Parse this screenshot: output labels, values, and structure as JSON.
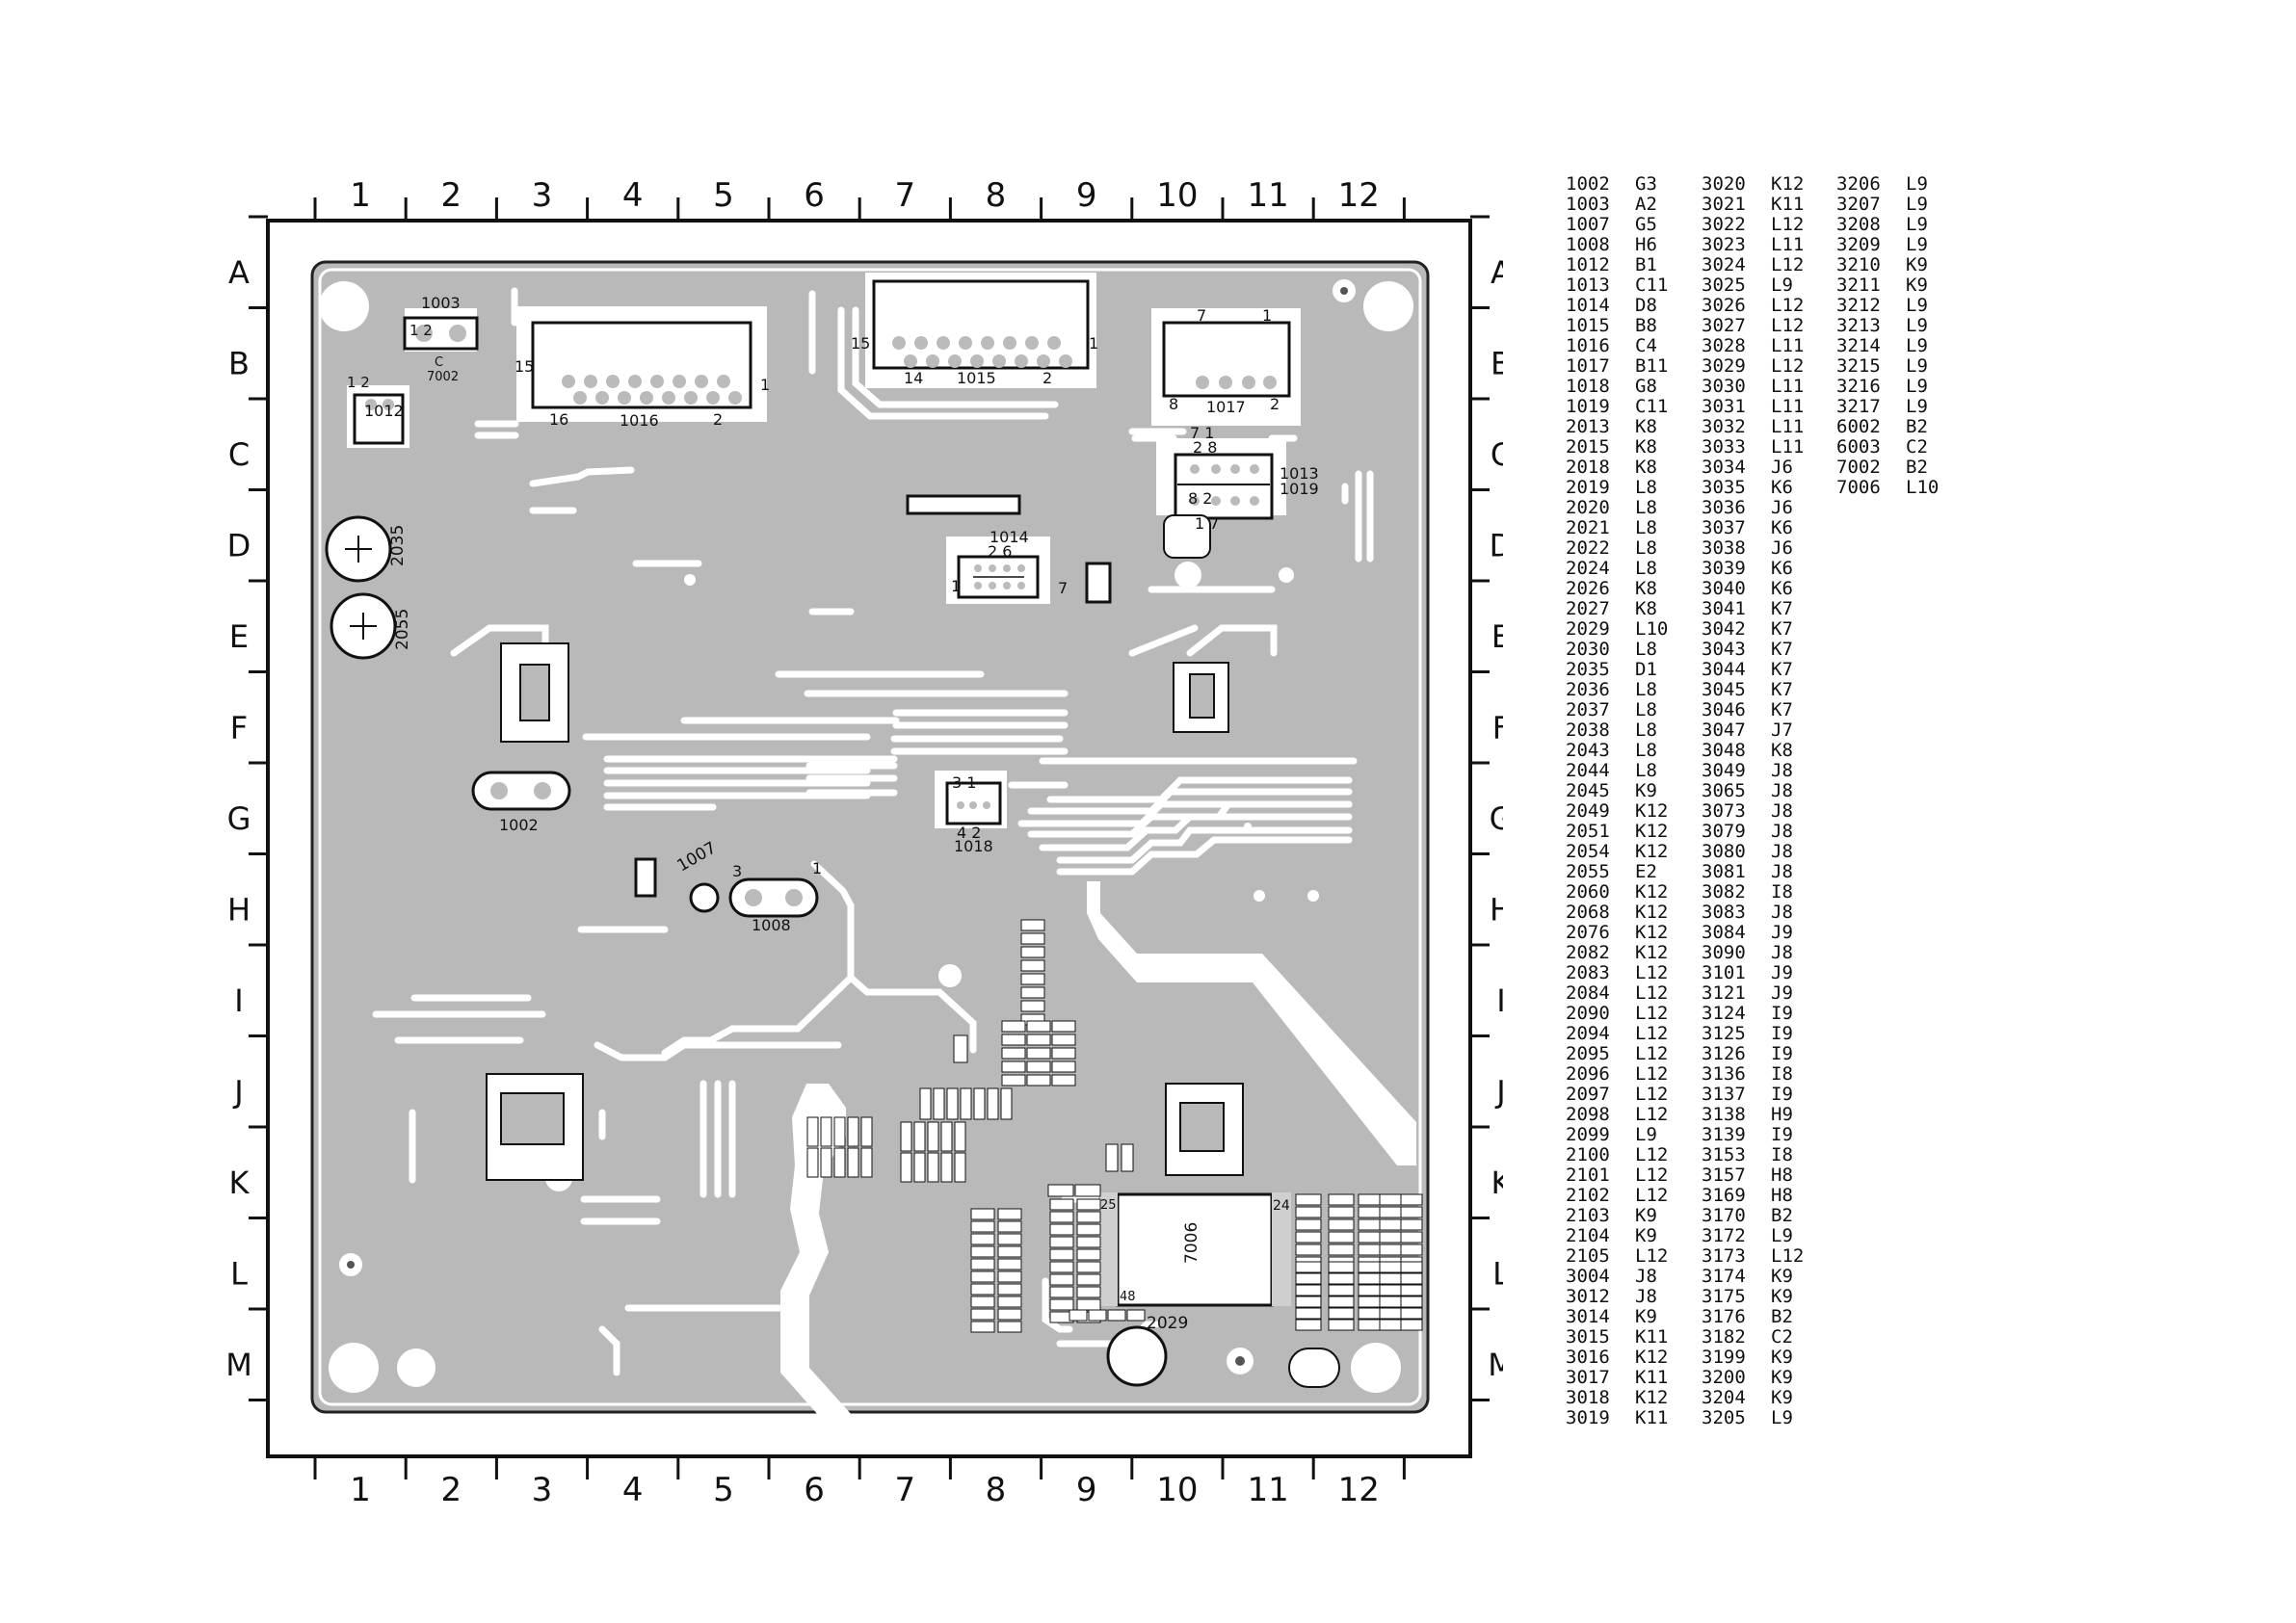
{
  "grid": {
    "columns": [
      "1",
      "2",
      "3",
      "4",
      "5",
      "6",
      "7",
      "8",
      "9",
      "10",
      "11",
      "12"
    ],
    "rows": [
      "A",
      "B",
      "C",
      "D",
      "E",
      "F",
      "G",
      "H",
      "I",
      "J",
      "K",
      "L",
      "M"
    ]
  },
  "board_labels": {
    "c1003": "1003",
    "c1003_pins": "1 2",
    "c1012": "1012",
    "c1012_pins": "1 2",
    "c7002": "7002",
    "c7002_pin": "C",
    "c1016": "1016",
    "c1016_pin_left": "16",
    "c1016_pin_right": "2",
    "c1016_pin_1": "1",
    "c1016_pin_15": "15",
    "c1015": "1015",
    "c1015_pin_14": "14",
    "c1015_pin_2": "2",
    "c1015_pin_15": "15",
    "c1015_pin_1": "1",
    "c1017": "1017",
    "c1017_pin_7": "7",
    "c1017_pin_1": "1",
    "c1017_pin_8": "8",
    "c1017_pin_2": "2",
    "c1013": "1013",
    "c1019": "1019",
    "c1013_pins_top": "7   1",
    "c1013_pins_mid": "2   8",
    "c1013_pins_low": "8   2",
    "c1013_pins_bot": "1   7",
    "c1014": "1014",
    "c1014_pins": "2   6",
    "c1014_pin_l": "1",
    "c1014_pin_r": "7",
    "c2035": "2035",
    "c2055": "2055",
    "c1002": "1002",
    "c1007": "1007",
    "c1008": "1008",
    "c1008_pin_3": "3",
    "c1008_pin_1": "1",
    "c1018": "1018",
    "c1018_pins_top": "3   1",
    "c1018_pins_bot": "4 2",
    "c7006": "7006",
    "c2029": "2029",
    "pin_24": "24",
    "pin_48": "48",
    "pin_25": "25"
  },
  "ref_table": [
    [
      [
        "1002",
        "G3"
      ],
      [
        "1003",
        "A2"
      ],
      [
        "1007",
        "G5"
      ],
      [
        "1008",
        "H6"
      ],
      [
        "1012",
        "B1"
      ],
      [
        "1013",
        "C11"
      ],
      [
        "1014",
        "D8"
      ],
      [
        "1015",
        "B8"
      ],
      [
        "1016",
        "C4"
      ],
      [
        "1017",
        "B11"
      ],
      [
        "1018",
        "G8"
      ],
      [
        "1019",
        "C11"
      ],
      [
        "2013",
        "K8"
      ],
      [
        "2015",
        "K8"
      ],
      [
        "2018",
        "K8"
      ],
      [
        "2019",
        "L8"
      ],
      [
        "2020",
        "L8"
      ],
      [
        "2021",
        "L8"
      ],
      [
        "2022",
        "L8"
      ],
      [
        "2024",
        "L8"
      ],
      [
        "2026",
        "K8"
      ],
      [
        "2027",
        "K8"
      ],
      [
        "2029",
        "L10"
      ],
      [
        "2030",
        "L8"
      ],
      [
        "2035",
        "D1"
      ],
      [
        "2036",
        "L8"
      ],
      [
        "2037",
        "L8"
      ],
      [
        "2038",
        "L8"
      ],
      [
        "2043",
        "L8"
      ],
      [
        "2044",
        "L8"
      ],
      [
        "2045",
        "K9"
      ],
      [
        "2049",
        "K12"
      ],
      [
        "2051",
        "K12"
      ],
      [
        "2054",
        "K12"
      ],
      [
        "2055",
        "E2"
      ],
      [
        "2060",
        "K12"
      ],
      [
        "2068",
        "K12"
      ],
      [
        "2076",
        "K12"
      ],
      [
        "2082",
        "K12"
      ],
      [
        "2083",
        "L12"
      ],
      [
        "2084",
        "L12"
      ],
      [
        "2090",
        "L12"
      ],
      [
        "2094",
        "L12"
      ],
      [
        "2095",
        "L12"
      ],
      [
        "2096",
        "L12"
      ],
      [
        "2097",
        "L12"
      ],
      [
        "2098",
        "L12"
      ],
      [
        "2099",
        "L9"
      ],
      [
        "2100",
        "L12"
      ],
      [
        "2101",
        "L12"
      ],
      [
        "2102",
        "L12"
      ],
      [
        "2103",
        "K9"
      ],
      [
        "2104",
        "K9"
      ],
      [
        "2105",
        "L12"
      ],
      [
        "3004",
        "J8"
      ],
      [
        "3012",
        "J8"
      ],
      [
        "3014",
        "K9"
      ],
      [
        "3015",
        "K11"
      ],
      [
        "3016",
        "K12"
      ],
      [
        "3017",
        "K11"
      ],
      [
        "3018",
        "K12"
      ],
      [
        "3019",
        "K11"
      ]
    ],
    [
      [
        "3020",
        "K12"
      ],
      [
        "3021",
        "K11"
      ],
      [
        "3022",
        "L12"
      ],
      [
        "3023",
        "L11"
      ],
      [
        "3024",
        "L12"
      ],
      [
        "3025",
        "L9"
      ],
      [
        "3026",
        "L12"
      ],
      [
        "3027",
        "L12"
      ],
      [
        "3028",
        "L11"
      ],
      [
        "3029",
        "L12"
      ],
      [
        "3030",
        "L11"
      ],
      [
        "3031",
        "L11"
      ],
      [
        "3032",
        "L11"
      ],
      [
        "3033",
        "L11"
      ],
      [
        "3034",
        "J6"
      ],
      [
        "3035",
        "K6"
      ],
      [
        "3036",
        "J6"
      ],
      [
        "3037",
        "K6"
      ],
      [
        "3038",
        "J6"
      ],
      [
        "3039",
        "K6"
      ],
      [
        "3040",
        "K6"
      ],
      [
        "3041",
        "K7"
      ],
      [
        "3042",
        "K7"
      ],
      [
        "3043",
        "K7"
      ],
      [
        "3044",
        "K7"
      ],
      [
        "3045",
        "K7"
      ],
      [
        "3046",
        "K7"
      ],
      [
        "3047",
        "J7"
      ],
      [
        "3048",
        "K8"
      ],
      [
        "3049",
        "J8"
      ],
      [
        "3065",
        "J8"
      ],
      [
        "3073",
        "J8"
      ],
      [
        "3079",
        "J8"
      ],
      [
        "3080",
        "J8"
      ],
      [
        "3081",
        "J8"
      ],
      [
        "3082",
        "I8"
      ],
      [
        "3083",
        "J8"
      ],
      [
        "3084",
        "J9"
      ],
      [
        "3090",
        "J8"
      ],
      [
        "3101",
        "J9"
      ],
      [
        "3121",
        "J9"
      ],
      [
        "3124",
        "I9"
      ],
      [
        "3125",
        "I9"
      ],
      [
        "3126",
        "I9"
      ],
      [
        "3136",
        "I8"
      ],
      [
        "3137",
        "I9"
      ],
      [
        "3138",
        "H9"
      ],
      [
        "3139",
        "I9"
      ],
      [
        "3153",
        "I8"
      ],
      [
        "3157",
        "H8"
      ],
      [
        "3169",
        "H8"
      ],
      [
        "3170",
        "B2"
      ],
      [
        "3172",
        "L9"
      ],
      [
        "3173",
        "L12"
      ],
      [
        "3174",
        "K9"
      ],
      [
        "3175",
        "K9"
      ],
      [
        "3176",
        "B2"
      ],
      [
        "3182",
        "C2"
      ],
      [
        "3199",
        "K9"
      ],
      [
        "3200",
        "K9"
      ],
      [
        "3204",
        "K9"
      ],
      [
        "3205",
        "L9"
      ]
    ],
    [
      [
        "3206",
        "L9"
      ],
      [
        "3207",
        "L9"
      ],
      [
        "3208",
        "L9"
      ],
      [
        "3209",
        "L9"
      ],
      [
        "3210",
        "K9"
      ],
      [
        "3211",
        "K9"
      ],
      [
        "3212",
        "L9"
      ],
      [
        "3213",
        "L9"
      ],
      [
        "3214",
        "L9"
      ],
      [
        "3215",
        "L9"
      ],
      [
        "3216",
        "L9"
      ],
      [
        "3217",
        "L9"
      ],
      [
        "6002",
        "B2"
      ],
      [
        "6003",
        "C2"
      ],
      [
        "7002",
        "B2"
      ],
      [
        "7006",
        "L10"
      ]
    ]
  ]
}
